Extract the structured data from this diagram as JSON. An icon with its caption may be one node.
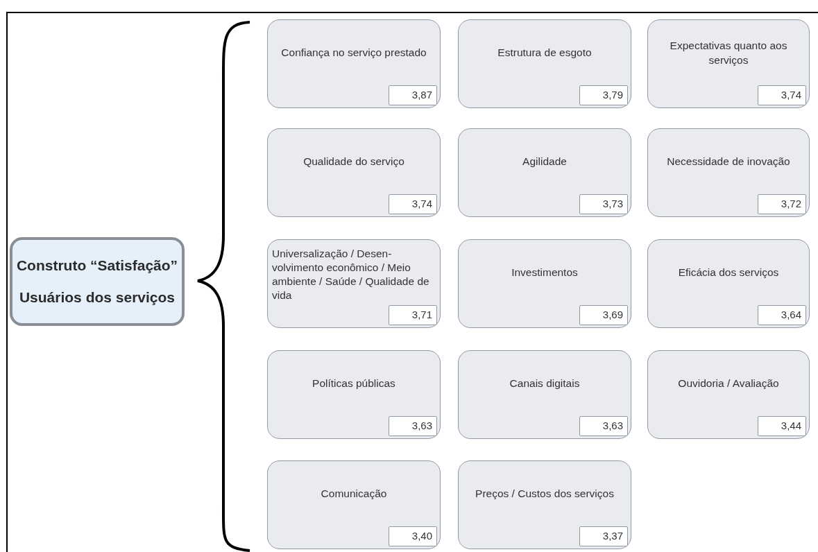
{
  "diagram": {
    "nodes": [
      {
        "text": [
          "Construto “Satisfação”",
          "Usuários dos serviços"
        ]
      },
      {
        "text": [
          "Confiança no serviço prestado"
        ]
      },
      {
        "text": [
          "3,87"
        ],
        "in": 1
      },
      {
        "text": [
          "Estrutura de esgoto"
        ]
      },
      {
        "text": [
          "3,79"
        ],
        "in": 3
      },
      {
        "text": [
          "Expectativas quanto aos serviços"
        ]
      },
      {
        "text": [
          "3,74"
        ],
        "in": 5
      },
      {
        "text": [
          "Qualidade do serviço"
        ]
      },
      {
        "text": [
          "3,74"
        ],
        "in": 7
      },
      {
        "text": [
          "Agilidade"
        ]
      },
      {
        "text": [
          "3,73"
        ],
        "in": 9
      },
      {
        "text": [
          "Necessidade de inovação"
        ]
      },
      {
        "text": [
          "3,72"
        ],
        "in": 11
      },
      {
        "text": [
          "Universalização / Desen- volvimento econômico / Meio ambiente / Saúde / Qualidade de vida"
        ]
      },
      {
        "text": [
          "3,71"
        ],
        "in": 13
      },
      {
        "text": [
          "Investimentos"
        ]
      },
      {
        "text": [
          "3,69"
        ],
        "in": 15
      },
      {
        "text": [
          "Eficácia dos serviços"
        ]
      },
      {
        "text": [
          "3,64"
        ],
        "in": 17
      },
      {
        "text": [
          "Políticas públicas"
        ]
      },
      {
        "text": [
          "3,63"
        ],
        "in": 19
      },
      {
        "text": [
          "Canais digitais"
        ]
      },
      {
        "text": [
          "3,63"
        ],
        "in": 21
      },
      {
        "text": [
          "Ouvidoria / Avaliação"
        ]
      },
      {
        "text": [
          "3,44"
        ],
        "in": 23
      },
      {
        "text": [
          "Comunicação"
        ]
      },
      {
        "text": [
          "3,40"
        ],
        "in": 25
      },
      {
        "text": [
          "Preços / Custos dos serviços"
        ]
      },
      {
        "text": [
          "3,37"
        ],
        "in": 27
      }
    ]
  }
}
